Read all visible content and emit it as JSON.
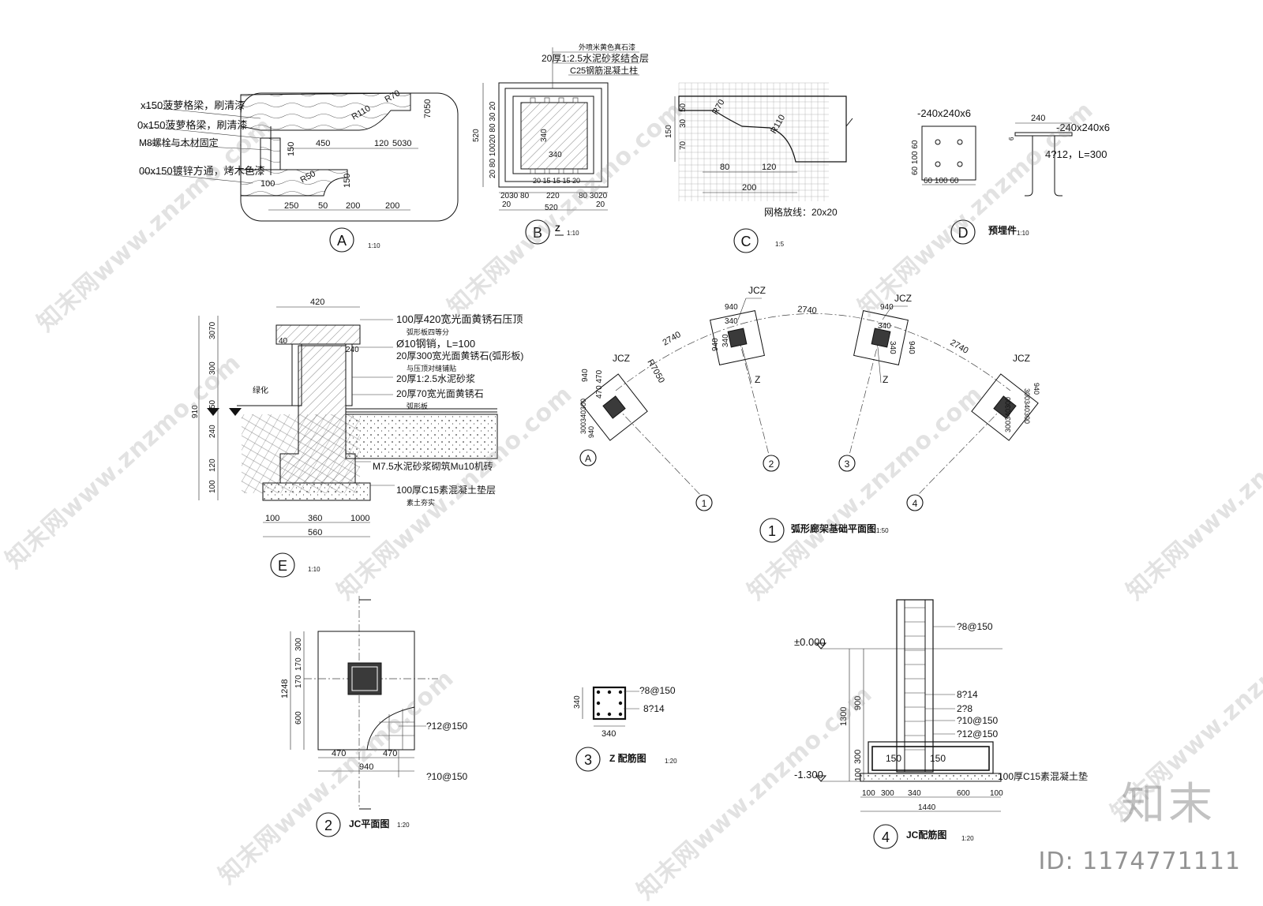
{
  "detail_a": {
    "label": "A",
    "scale": "1:10",
    "note1": "x150菠萝格梁，刷清漆",
    "note2": "0x150菠萝格梁，刷清漆",
    "note3": "M8螺栓与木材固定",
    "note4": "00x150镀锌方通，烤木色漆",
    "r70": "R70",
    "r110": "R110",
    "r50": "R50",
    "d450": "450",
    "d120": "120",
    "d5030": "5030",
    "d150a": "150",
    "d150b": "150",
    "d100": "100",
    "d7050": "7050",
    "d250": "250",
    "d50": "50",
    "d200a": "200",
    "d200b": "200"
  },
  "detail_b": {
    "label": "B",
    "tag": "Z",
    "scale": "1:10",
    "note1": "外喷米黄色真石漆",
    "note2": "20厚1:2.5水泥砂浆结合层",
    "note3": "C25钢筋混凝土柱",
    "d520v": "520",
    "d520h": "520",
    "d340v": "340",
    "d340h": "340",
    "d220": "220",
    "left_dims": "20 80 10020 80 30 20",
    "bot_top": "2030 80",
    "bot_right": "80 3020",
    "d20a": "20",
    "d20b": "20",
    "inner_row": "20 15 15 15 20"
  },
  "detail_c": {
    "label": "C",
    "scale": "1:5",
    "r70": "R70",
    "r110": "R110",
    "d150": "150",
    "d50": "50",
    "d30": "30",
    "d70": "70",
    "d80": "80",
    "d120": "120",
    "d200": "200",
    "grid_note": "网格放线：20x20"
  },
  "detail_d": {
    "label": "D",
    "title": "预埋件",
    "scale": "1:10",
    "plate_left": "-240x240x6",
    "plate_right": "-240x240x6",
    "d240": "240",
    "rebar": "4?12，L=300",
    "left_v": "60 100 60",
    "bottom": "60 100 60",
    "d6": "6"
  },
  "detail_e": {
    "label": "E",
    "scale": "1:10",
    "d420": "420",
    "note1": "100厚420宽光面黄锈石压顶",
    "note2": "弧形板四等分",
    "note3": "Ø10钢销，L=100",
    "note4": "20厚300宽光面黄锈石(弧形板)",
    "note5": "与压顶对缝铺贴",
    "note6": "20厚1:2.5水泥砂浆",
    "note7": "20厚70宽光面黄锈石",
    "note8": "弧形板",
    "note9": "M7.5水泥砂浆砌筑Mu10机砖",
    "note10": "100厚C15素混凝土垫层",
    "note11": "素土夯实",
    "green": "绿化",
    "v3070": "3070",
    "v300": "300",
    "v50": "50",
    "v240": "240",
    "v120": "120",
    "v100": "100",
    "v910": "910",
    "v40": "40",
    "v240b": "240",
    "h100a": "100",
    "h360": "360",
    "h1000": "1000",
    "h560": "560"
  },
  "plan_1": {
    "label": "1",
    "title": "弧形廊架基础平面图",
    "scale": "1:50",
    "jcz1": "JCZ",
    "jcz2": "JCZ",
    "jcz3": "JCZ",
    "jcz4": "JCZ",
    "z1": "Z",
    "z2": "Z",
    "arc1": "2740",
    "arc2": "2740",
    "arc3": "2740",
    "r7050": "R7050",
    "d940a": "940",
    "d940b": "940",
    "d940c": "940",
    "d940d": "940",
    "d940e": "940",
    "d940f": "940",
    "d940g": "940",
    "d340a": "340",
    "d340b": "340",
    "d340c": "340",
    "d340d": "340",
    "d470": "470 470",
    "d300": "300340300",
    "d300b": "300340300",
    "d300c": "300340300",
    "axis_a": "A",
    "ax1": "1",
    "ax2": "2",
    "ax3": "3",
    "ax4": "4"
  },
  "plan_2": {
    "label": "2",
    "title": "JC平面图",
    "scale": "1:20",
    "v1248": "1248",
    "v300": "300",
    "v170a": "170",
    "v170b": "170",
    "v600": "600",
    "h470a": "470",
    "h470b": "470",
    "h940": "940",
    "rebar1": "?12@150",
    "rebar2": "?10@150"
  },
  "plan_3": {
    "label": "3",
    "title": "Z 配筋图",
    "scale": "1:20",
    "d340v": "340",
    "d340h": "340",
    "stirrup": "?8@150",
    "main": "8?14"
  },
  "plan_4": {
    "label": "4",
    "title": "JC配筋图",
    "scale": "1:20",
    "lvl_top": "±0.000",
    "lvl_bot": "-1.300",
    "r1": "?8@150",
    "r2": "8?14",
    "r3": "2?8",
    "r4": "?10@150",
    "r5": "?12@150",
    "pad": "100厚C15素混凝土垫",
    "v900": "900",
    "v1300": "1300",
    "v300": "300",
    "v100": "100",
    "c150a": "150",
    "c150b": "150",
    "h100a": "100",
    "h300": "300",
    "h340": "340",
    "h600": "600",
    "h100b": "100",
    "h1440": "1440"
  },
  "watermark": {
    "text": "知末网www.znzmo.com",
    "logo": "知末",
    "id_text": "ID: 1174771111"
  }
}
